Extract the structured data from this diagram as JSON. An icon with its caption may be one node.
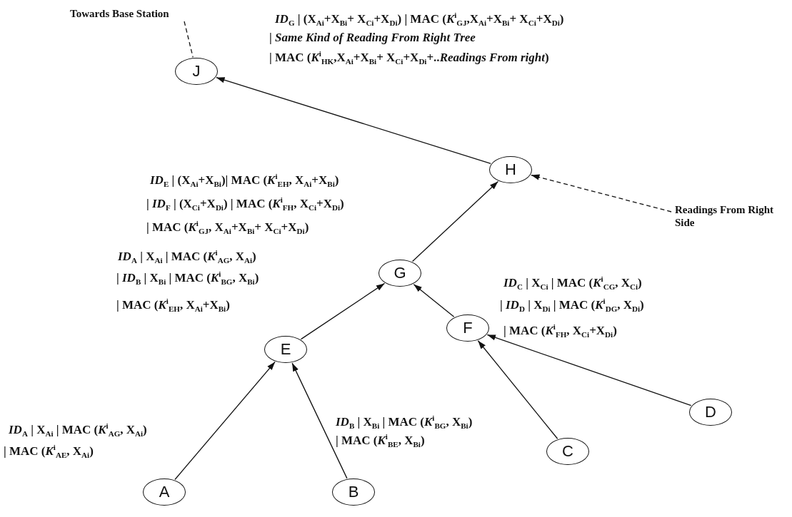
{
  "diagram": {
    "nodes": [
      {
        "text": [
          "Towards Base Station"
        ]
      },
      {
        "text": [
          "J"
        ]
      },
      {
        "text": [
          "H"
        ]
      },
      {
        "text": [
          "Readings From Right Side"
        ]
      },
      {
        "text": [
          "G"
        ]
      },
      {
        "text": [
          "F"
        ]
      },
      {
        "text": [
          "E"
        ]
      },
      {
        "text": [
          "D"
        ]
      },
      {
        "text": [
          "C"
        ]
      },
      {
        "text": [
          "A"
        ]
      },
      {
        "text": [
          "B"
        ]
      }
    ],
    "edges": [
      {
        "from": 0,
        "to": 1,
        "arrow": "none",
        "style": "dashed"
      },
      {
        "from": 2,
        "to": 1,
        "arrow": "to"
      },
      {
        "from": 3,
        "to": 2,
        "arrow": "to",
        "style": "dashed"
      },
      {
        "from": 4,
        "to": 2,
        "arrow": "to"
      },
      {
        "from": 5,
        "to": 4,
        "arrow": "to"
      },
      {
        "from": 6,
        "to": 4,
        "arrow": "to"
      },
      {
        "from": 7,
        "to": 5,
        "arrow": "to"
      },
      {
        "from": 8,
        "to": 5,
        "arrow": "to"
      },
      {
        "from": 9,
        "to": 6,
        "arrow": "to"
      },
      {
        "from": 10,
        "to": 6,
        "arrow": "to"
      }
    ],
    "labels": [
      "*ID*$_{G}$ | (X$_{Ai}$+X$_{Bi}$+ X$_{Ci}$+X$_{Di}$) | MAC (*K*$^{i}$$_{GJ}$,X$_{Ai}$+X$_{Bi}$+ X$_{Ci}$+X$_{Di}$)",
      "| *Same Kind of Reading From Right Tree*",
      "| MAC (*K*$^{i}$$_{HK}$,X$_{Ai}$+X$_{Bi}$+ X$_{Ci}$+X$_{Di}$+..*Readings From right*)",
      "*ID*$_{E}$ | (X$_{Ai}$+X$_{Bi}$)| MAC (*K*$^{i}$$_{EH}$, X$_{Ai}$+X$_{Bi}$)",
      "| *ID*$_{F}$ | (X$_{Ci}$+X$_{Di}$) | MAC (*K*$^{i}$$_{FH}$, X$_{Ci}$+X$_{Di}$)",
      "| MAC (*K*$^{i}$$_{GJ}$, X$_{Ai}$+X$_{Bi}$+ X$_{Ci}$+X$_{Di}$)",
      "*ID*$_{A}$ | X$_{Ai}$ | MAC (*K*$^{i}$$_{AG}$, X$_{Ai}$)",
      "| *ID*$_{B}$ | X$_{Bi}$ | MAC (*K*$^{i}$$_{BG}$, X$_{Bi}$)",
      "| MAC (*K*$^{i}$$_{EH}$, X$_{Ai}$+X$_{Bi}$)",
      "*ID*$_{C}$ | X$_{Ci}$ | MAC (*K*$^{i}$$_{CG}$, X$_{Ci}$)",
      "| *ID*$_{D}$ | X$_{Di}$ | MAC (*K*$^{i}$$_{DG}$, X$_{Di}$)",
      "| MAC (*K*$^{i}$$_{FH}$, X$_{Ci}$+X$_{Di}$)",
      "*ID*$_{A}$ | X$_{Ai}$ | MAC (*K*$^{i}$$_{AG}$, X$_{Ai}$)",
      "| MAC (*K*$^{i}$$_{AE}$, X$_{Ai}$)",
      "*ID*$_{B}$ | X$_{Bi}$ | MAC (*K*$^{i}$$_{BG}$, X$_{Bi}$)",
      "| MAC (*K*$^{i}$$_{BE}$, X$_{Bi}$)"
    ]
  }
}
